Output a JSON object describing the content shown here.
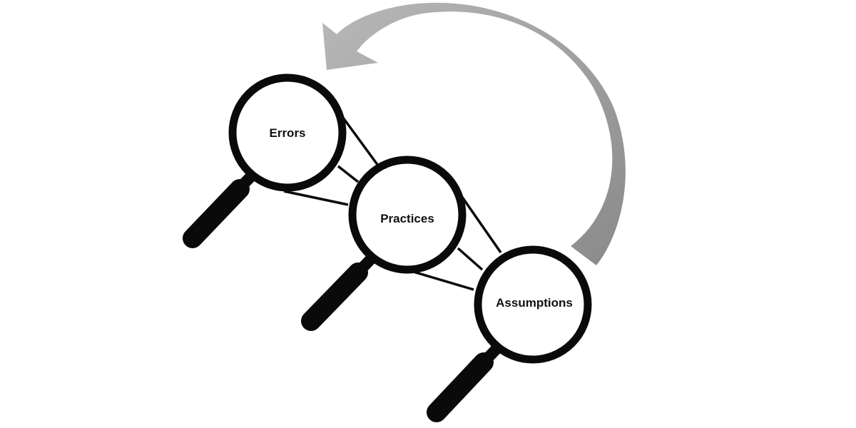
{
  "diagram": {
    "lenses": [
      {
        "label": "Errors"
      },
      {
        "label": "Practices"
      },
      {
        "label": "Assumptions"
      }
    ],
    "connections": [
      {
        "from": "Errors",
        "to": "Practices"
      },
      {
        "from": "Practices",
        "to": "Assumptions"
      }
    ],
    "cycle_arrow": {
      "from": "Assumptions",
      "to": "Errors",
      "direction": "counterclockwise"
    }
  },
  "colors": {
    "magnifier": "#0a0a0a",
    "lens_fill": "#ffffff",
    "arrow_light": "#b4b4b4",
    "arrow_dark": "#8a8a8a",
    "background": "#ffffff"
  },
  "icons": [
    "magnifying-glass-icon",
    "curved-arrow-icon"
  ]
}
